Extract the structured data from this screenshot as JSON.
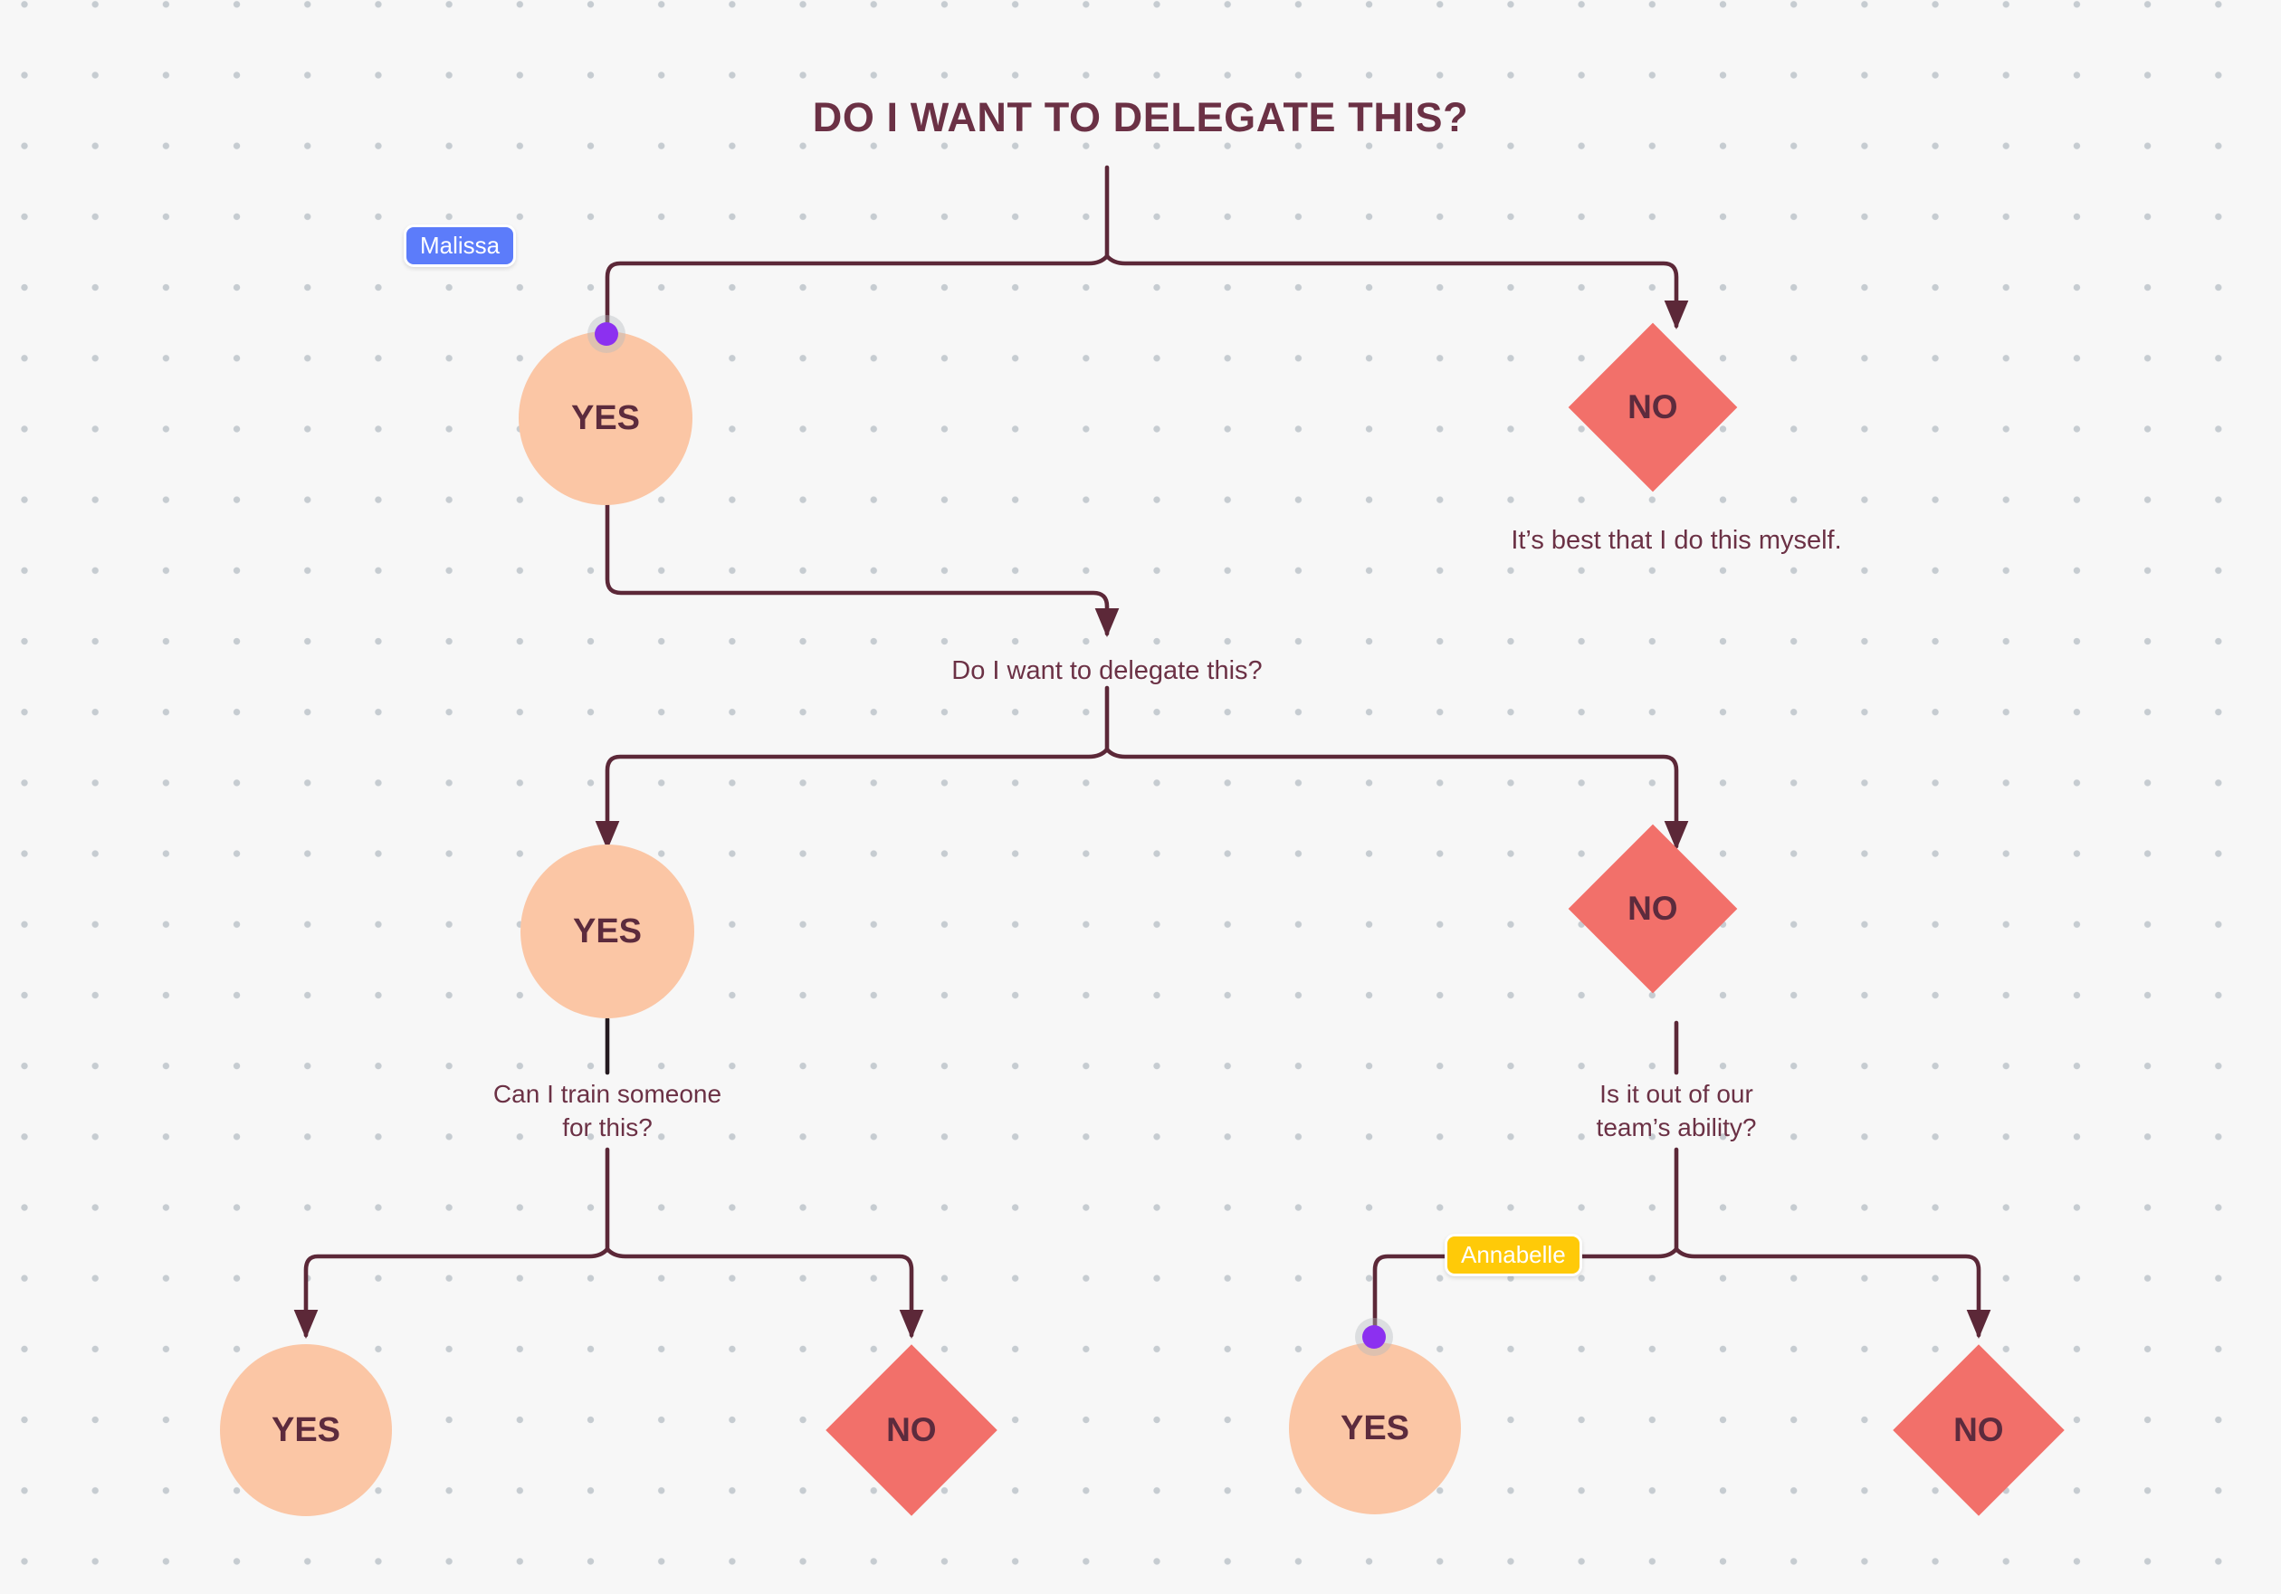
{
  "board": {
    "title": "DO I WANT TO DELEGATE THIS?",
    "background_color": "#F7F7F7",
    "dot_color": "#C6CCD1"
  },
  "palette": {
    "ink": "#6B3145",
    "yes_fill": "#FBC6A5",
    "no_fill": "#F2706A",
    "wire": "#5C2838",
    "handle": "#8C30F0"
  },
  "nodes": {
    "yes_top": "YES",
    "no_top": "NO",
    "yes_mid": "YES",
    "no_mid": "NO",
    "yes_bottom_left": "YES",
    "no_bottom_left": "NO",
    "yes_bottom_right": "YES",
    "no_bottom_right": "NO"
  },
  "captions": {
    "no_top_text": "It’s best that I do this myself.",
    "question_level2": "Do I want to delegate this?",
    "question_train": "Can I train someone\nfor this?",
    "question_ability": "Is it out of our\nteam’s ability?"
  },
  "collaborators": [
    {
      "name": "Malissa",
      "color": "#5C7CFA",
      "text_color": "#FFFFFF"
    },
    {
      "name": "Annabelle",
      "color": "#FFCA08",
      "text_color": "#FFFFFF"
    }
  ]
}
